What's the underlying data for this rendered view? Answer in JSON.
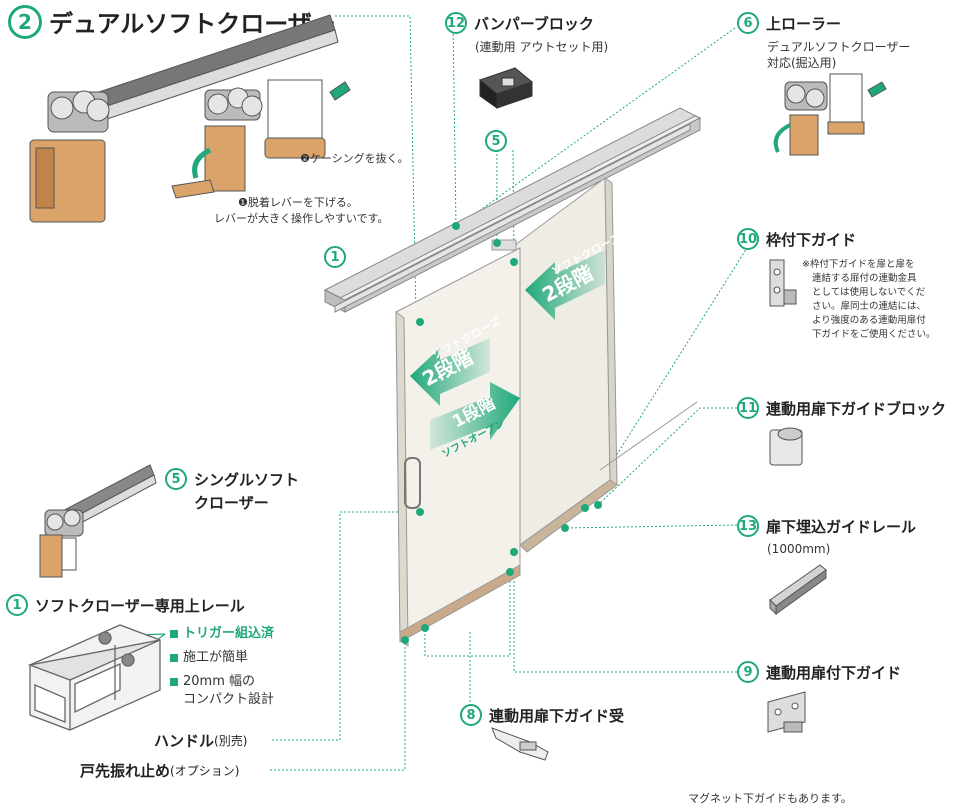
{
  "accent": "#1fa97a",
  "title": {
    "num": "2",
    "text": "デュアルソフトクローザー"
  },
  "parts": {
    "p12": {
      "num": "12",
      "name": "バンパーブロック",
      "sub": "(連動用 アウトセット用)"
    },
    "p6": {
      "num": "6",
      "name": "上ローラー",
      "sub1": "デュアルソフトクローザー",
      "sub2": "対応(掘込用)"
    },
    "p5a": {
      "num": "5"
    },
    "p1a": {
      "num": "1"
    },
    "p10": {
      "num": "10",
      "name": "枠付下ガイド",
      "note": [
        "※枠付下ガイドを扉と扉を",
        "連結する扉付の連動金具",
        "としては使用しないでくだ",
        "さい。扉同士の連結には、",
        "より強度のある連動用扉付",
        "下ガイドをご使用ください。"
      ]
    },
    "p11": {
      "num": "11",
      "name": "連動用扉下ガイドブロック"
    },
    "p13": {
      "num": "13",
      "name": "扉下埋込ガイドレール",
      "sub": "(1000mm)"
    },
    "p9": {
      "num": "9",
      "name": "連動用扉付下ガイド"
    },
    "p8": {
      "num": "8",
      "name": "連動用扉下ガイド受"
    },
    "p5": {
      "num": "5",
      "name1": "シングルソフト",
      "name2": "クローザー"
    },
    "p1": {
      "num": "1",
      "name": "ソフトクローザー専用上レール"
    }
  },
  "features": [
    "トリガー組込済",
    "施工が簡単",
    "20mm 幅の",
    "コンパクト設計"
  ],
  "handle": {
    "main": "ハンドル",
    "paren": "(別売)"
  },
  "stopper": {
    "main": "戸先振れ止め",
    "paren": "(オプション)"
  },
  "steps": {
    "s1": "❶脱着レバーを下げる。",
    "s1b": "レバーが大きく操作しやすいです。",
    "s2": "❷ケーシングを抜く。"
  },
  "door": {
    "soft_close": "ソフトクローズ",
    "two_stage": "2段階",
    "one_stage": "1段階",
    "soft_open": "ソフトオープン"
  },
  "footer": "マグネット下ガイドもあります。"
}
